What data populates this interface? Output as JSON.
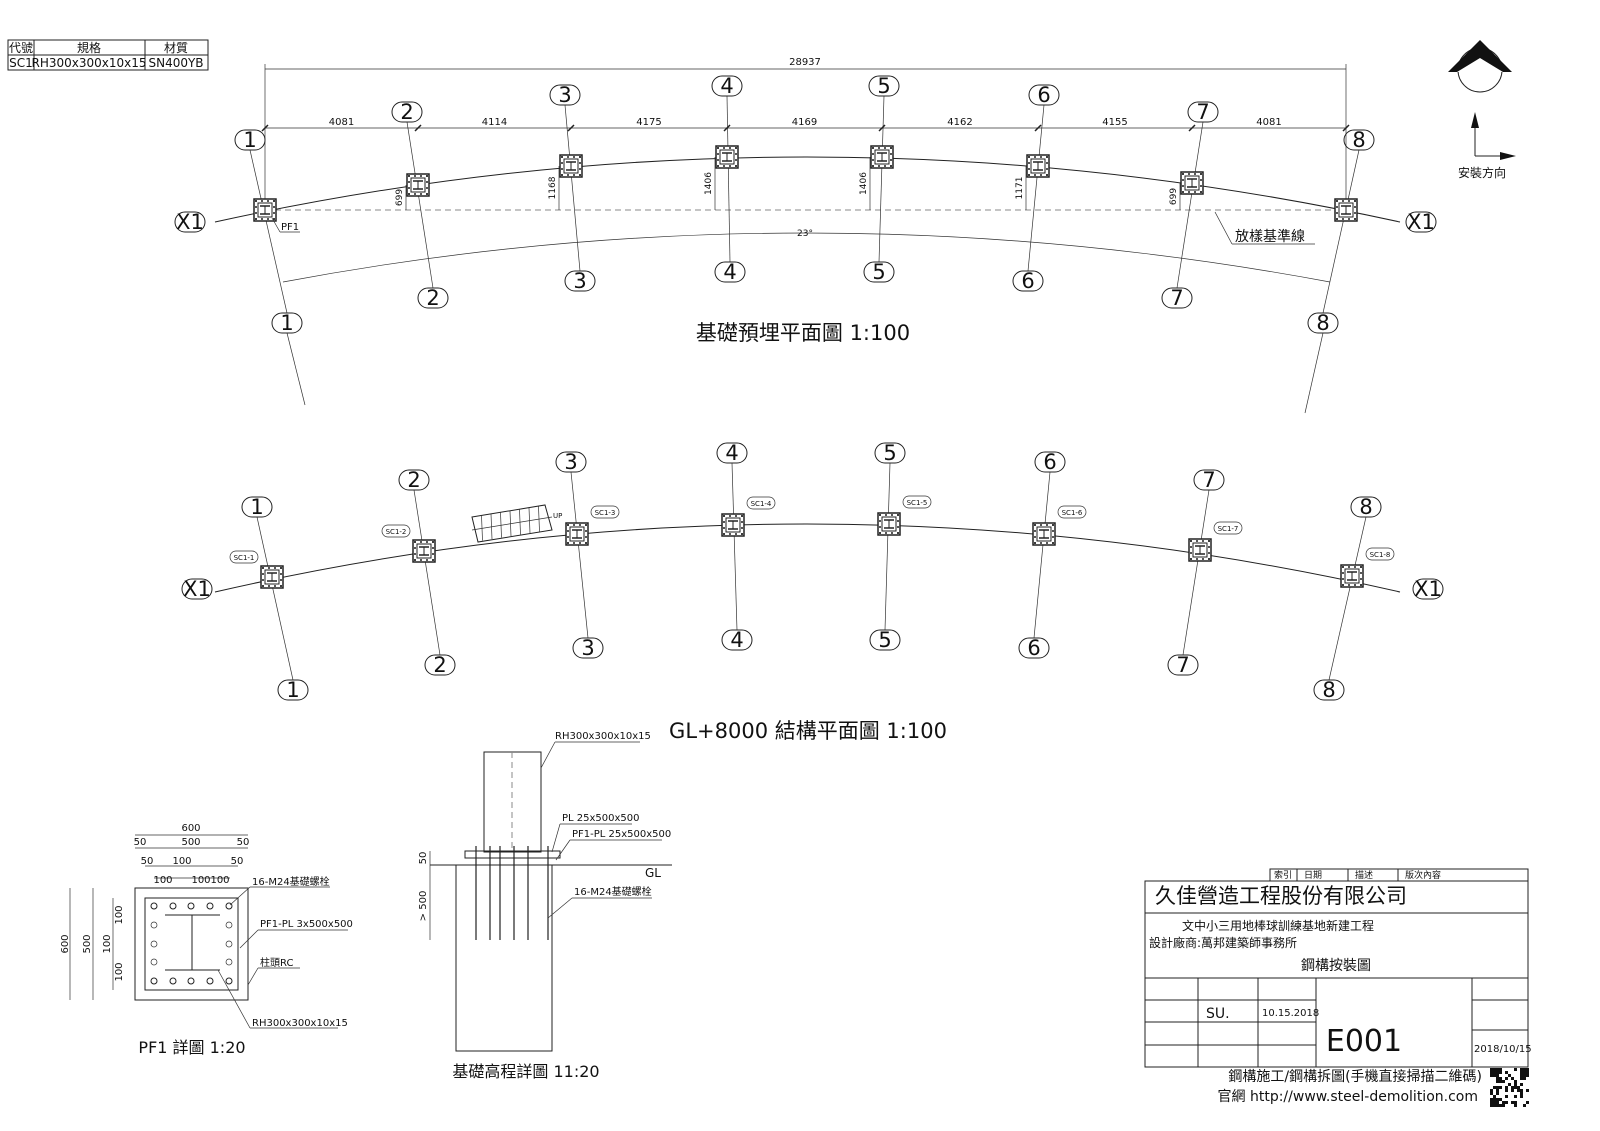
{
  "spec_table": {
    "headers": [
      "代號",
      "規格",
      "材質"
    ],
    "row": [
      "SC1",
      "RH300x300x10x15",
      "SN400YB"
    ]
  },
  "north": {
    "label": "安裝方向"
  },
  "plan1": {
    "title": "基礎預埋平面圖  1:100",
    "total": "28937",
    "spans": [
      "4081",
      "4114",
      "4175",
      "4169",
      "4162",
      "4155",
      "4081"
    ],
    "offsets": [
      "699",
      "1168",
      "1406",
      "1406",
      "1171",
      "699"
    ],
    "angle": "23°",
    "ref_line": "放樣基準線",
    "pf1": "PF1",
    "grids": [
      "1",
      "2",
      "3",
      "4",
      "5",
      "6",
      "7",
      "8"
    ],
    "axis": "X1"
  },
  "plan2": {
    "title": "GL+8000 結構平面圖  1:100",
    "columns": [
      "SC1-1",
      "SC1-2",
      "SC1-3",
      "SC1-4",
      "SC1-5",
      "SC1-6",
      "SC1-7",
      "SC1-8"
    ],
    "up": "UP",
    "grids": [
      "1",
      "2",
      "3",
      "4",
      "5",
      "6",
      "7",
      "8"
    ],
    "axis": "X1"
  },
  "pf1_detail": {
    "title": "PF1 詳圖  1:20",
    "bolts": "16-M24基礎螺栓",
    "plate": "PF1-PL 3x500x500",
    "rc": "柱頭RC",
    "section": "RH300x300x10x15",
    "dims": {
      "d600": "600",
      "d500": "500",
      "d50": "50",
      "d100": "100"
    }
  },
  "elev_detail": {
    "title": "基礎高程詳圖  11:20",
    "section": "RH300x300x10x15",
    "pl": "PL 25x500x500",
    "pf1_pl": "PF1-PL 25x500x500",
    "gl": "GL",
    "bolts": "16-M24基礎螺栓",
    "d50": "50",
    "d500": "> 500"
  },
  "title_block": {
    "header": [
      "索引",
      "日期",
      "描述",
      "版次內容"
    ],
    "company": "久佳營造工程股份有限公司",
    "project": "文中小三用地棒球訓練基地新建工程",
    "designer": "設計廠商:萬邦建築師事務所",
    "drawing_title": "鋼構按裝圖",
    "drawn_by": "SU.",
    "date": "10.15.2018",
    "drawing_no": "E001",
    "issue_date": "2018/10/15",
    "footer1": "鋼構施工/鋼構拆圖(手機直接掃描二維碼)",
    "footer2": "官網 http://www.steel-demolition.com"
  }
}
